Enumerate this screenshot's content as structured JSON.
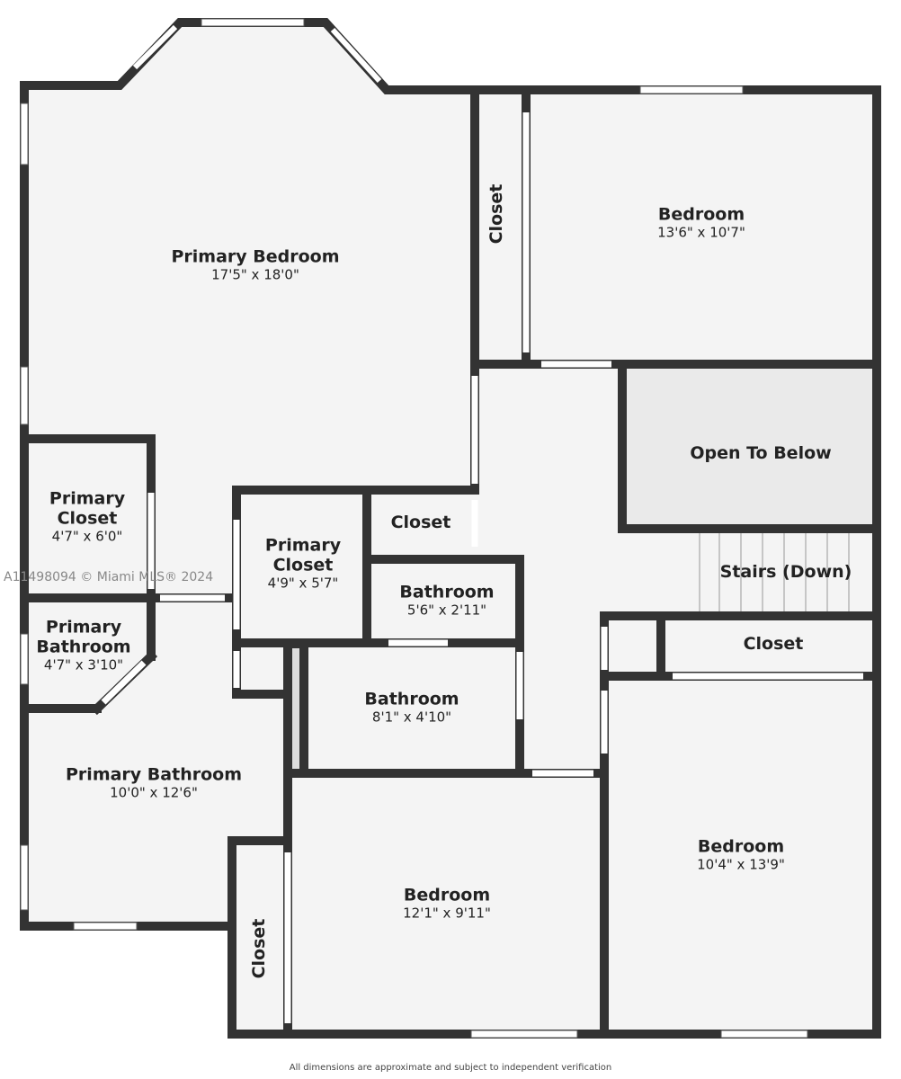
{
  "rooms": {
    "primary_bedroom": {
      "name": "Primary Bedroom",
      "dim": "17'5\" x 18'0\""
    },
    "closet_top": {
      "name": "Closet"
    },
    "bedroom_ne": {
      "name": "Bedroom",
      "dim": "13'6\" x 10'7\""
    },
    "open_to_below": {
      "name": "Open To Below"
    },
    "stairs": {
      "name": "Stairs (Down)"
    },
    "primary_closet_1": {
      "name": "Primary\nCloset",
      "dim": "4'7\" x 6'0\""
    },
    "primary_closet_2": {
      "name": "Primary\nCloset",
      "dim": "4'9\" x 5'7\""
    },
    "closet_mid": {
      "name": "Closet"
    },
    "bathroom_small": {
      "name": "Bathroom",
      "dim": "5'6\" x 2'11\""
    },
    "closet_east": {
      "name": "Closet"
    },
    "primary_bathroom_small": {
      "name": "Primary\nBathroom",
      "dim": "4'7\" x 3'10\""
    },
    "bathroom": {
      "name": "Bathroom",
      "dim": "8'1\" x 4'10\""
    },
    "primary_bathroom": {
      "name": "Primary Bathroom",
      "dim": "10'0\" x 12'6\""
    },
    "bedroom_se": {
      "name": "Bedroom",
      "dim": "10'4\" x 13'9\""
    },
    "bedroom_s": {
      "name": "Bedroom",
      "dim": "12'1\" x 9'11\""
    },
    "closet_sw": {
      "name": "Closet"
    }
  },
  "watermark": "A11498094 © Miami MLS® 2024",
  "footer": "All dimensions are approximate and subject to independent verification",
  "colors": {
    "wall": "#333333",
    "floor": "#f4f4f4",
    "open_to_below": "#eaeaea"
  }
}
